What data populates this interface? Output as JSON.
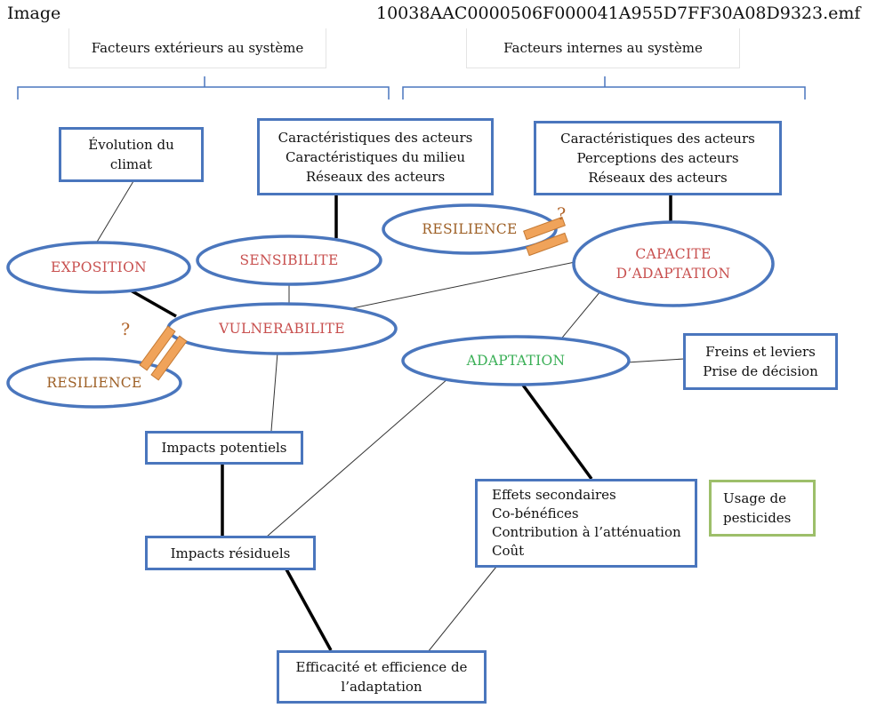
{
  "header": {
    "left": "Image",
    "right": "10038AAC0000506F000041A955D7FF30A08D9323.emf"
  },
  "groups": {
    "external": "Facteurs extérieurs au système",
    "internal": "Facteurs internes au système"
  },
  "boxes": {
    "climate": [
      "Évolution du",
      "climat"
    ],
    "ext_factors": [
      "Caractéristiques des acteurs",
      "Caractéristiques du milieu",
      "Réseaux des acteurs"
    ],
    "int_factors": [
      "Caractéristiques des acteurs",
      "Perceptions des acteurs",
      "Réseaux des acteurs"
    ],
    "freins": [
      "Freins et leviers",
      "Prise de décision"
    ],
    "impacts_potentiels": "Impacts potentiels",
    "impacts_residuels": "Impacts résiduels",
    "effets": [
      "Effets secondaires",
      "Co-bénéfices",
      "Contribution à l’atténuation",
      "Coût"
    ],
    "pesticides": [
      "Usage de",
      "pesticides"
    ],
    "efficacite": [
      "Efficacité et efficience de",
      "l’adaptation"
    ]
  },
  "ellipses": {
    "exposition": "EXPOSITION",
    "sensibilite": "SENSIBILITE",
    "resilience_top": "RESILIENCE",
    "capacite": [
      "CAPACITE",
      "D’ADAPTATION"
    ],
    "vulnerabilite": "VULNERABILITE",
    "adaptation": "ADAPTATION",
    "resilience_left": "RESILIENCE"
  },
  "marks": {
    "question_top": "?",
    "question_left": "?"
  },
  "colors": {
    "box_border": "#4a76bd",
    "ellipse_border": "#4a76bd",
    "text_red": "#c8504f",
    "text_brown": "#9d5f25",
    "text_green": "#3aaf56",
    "green_border": "#9dbf6a",
    "orange_marker": "#f0a35a"
  }
}
